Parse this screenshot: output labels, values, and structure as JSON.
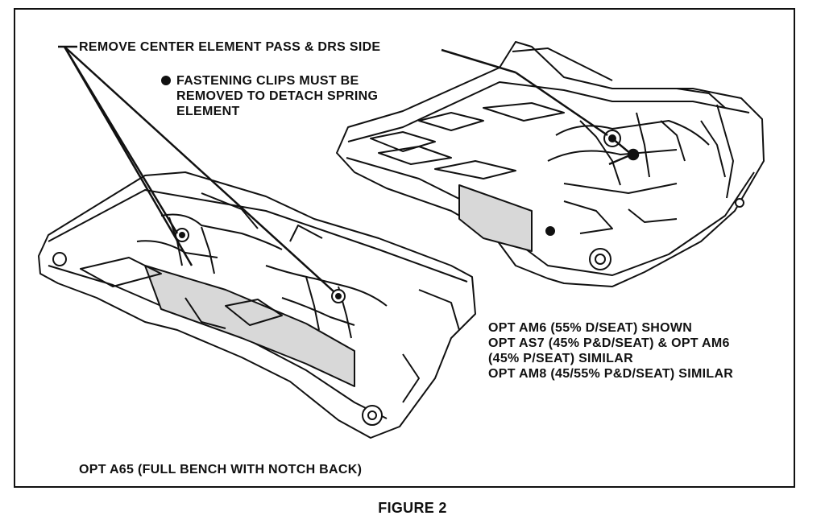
{
  "callouts": {
    "remove": "REMOVE CENTER ELEMENT PASS & DRS SIDE",
    "clips": [
      "FASTENING CLIPS MUST BE",
      "REMOVED TO DETACH SPRING",
      "ELEMENT"
    ]
  },
  "options": [
    "OPT AM6 (55% D/SEAT) SHOWN",
    "OPT AS7 (45% P&D/SEAT) & OPT AM6",
    "(45% P/SEAT) SIMILAR",
    "OPT AM8 (45/55% P&D/SEAT) SIMILAR"
  ],
  "bench_label": "OPT A65 (FULL BENCH WITH NOTCH BACK)",
  "figure_title": "FIGURE 2",
  "colors": {
    "ink": "#111111",
    "paper": "#ffffff",
    "shade": "#d8d8d8"
  }
}
